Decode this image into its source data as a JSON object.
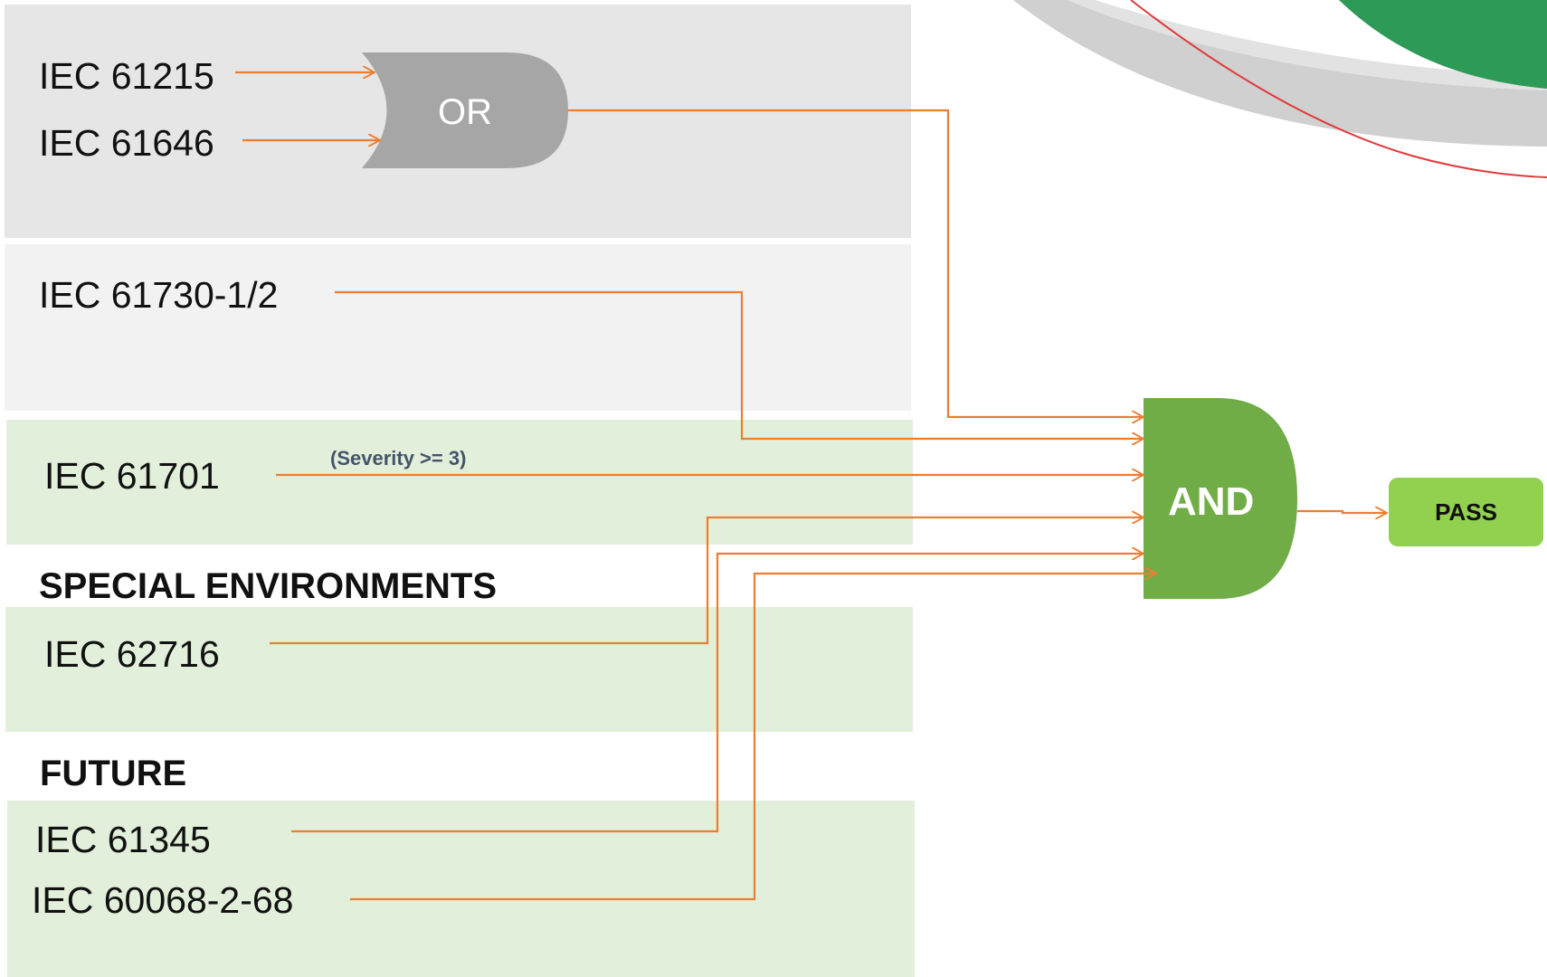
{
  "groups": {
    "or_inputs": [
      "IEC 61215",
      "IEC 61646"
    ],
    "standalone": "IEC 61730-1/2",
    "salt_mist": {
      "label": "IEC 61701",
      "condition_note": "(Severity >= 3)"
    },
    "special_environments": {
      "heading": "SPECIAL ENVIRONMENTS",
      "items": [
        "IEC 62716"
      ]
    },
    "future": {
      "heading": "FUTURE",
      "items": [
        "IEC 61345",
        "IEC 60068-2-68"
      ]
    }
  },
  "gates": {
    "or_label": "OR",
    "and_label": "AND"
  },
  "result": {
    "label": "PASS"
  },
  "colors": {
    "connector": "#ed7d31",
    "or_gate": "#a6a6a6",
    "and_gate": "#70ad47",
    "pass_box": "#92d050",
    "band_gray_dark": "#e6e6e6",
    "band_gray_light": "#f2f2f2",
    "band_green": "#e2efda"
  }
}
